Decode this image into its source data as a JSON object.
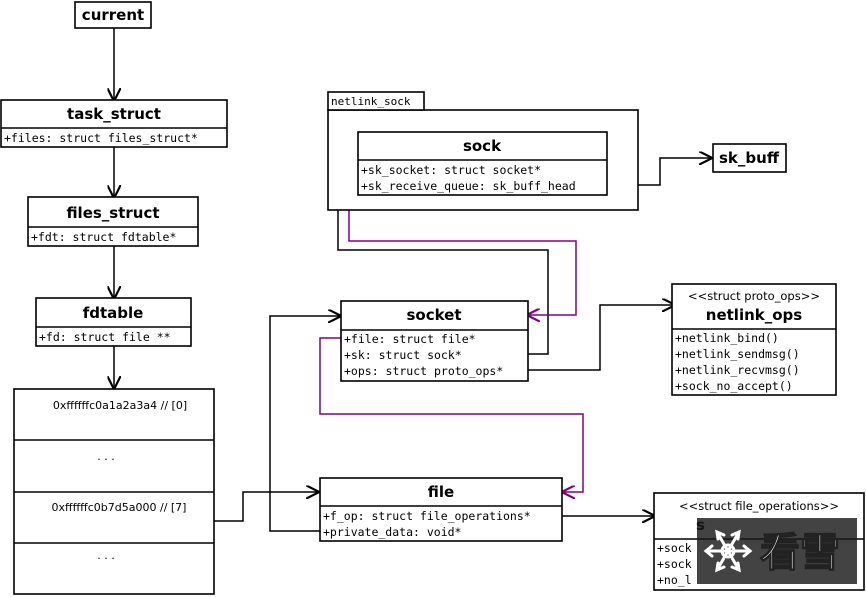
{
  "current": {
    "title": "current"
  },
  "task_struct": {
    "title": "task_struct",
    "fields": [
      "+files: struct files_struct*"
    ]
  },
  "files_struct": {
    "title": "files_struct",
    "fields": [
      "+fdt: struct fdtable*"
    ]
  },
  "fdtable": {
    "title": "fdtable",
    "fields": [
      "+fd: struct file **"
    ]
  },
  "fd_array": {
    "cells": [
      "0xffffffc0a1a2a3a4 // [0]",
      ". . .",
      "0xffffffc0b7d5a000 // [7]",
      ". . ."
    ]
  },
  "netlink_sock": {
    "label": "netlink_sock"
  },
  "sock": {
    "title": "sock",
    "fields": [
      "+sk_socket: struct socket*",
      "+sk_receive_queue: sk_buff_head"
    ]
  },
  "sk_buff": {
    "title": "sk_buff"
  },
  "socket": {
    "title": "socket",
    "fields": [
      "+file: struct file*",
      "+sk: struct sock*",
      "+ops: struct proto_ops*"
    ]
  },
  "netlink_ops": {
    "stereotype": "<<struct proto_ops>>",
    "title": "netlink_ops",
    "fields": [
      "+netlink_bind()",
      "+netlink_sendmsg()",
      "+netlink_recvmsg()",
      "+sock_no_accept()"
    ]
  },
  "file": {
    "title": "file",
    "fields": [
      "+f_op: struct file_operations*",
      "+private_data: void*"
    ]
  },
  "file_operations": {
    "stereotype": "<<struct file_operations>>",
    "title": "s",
    "fields": [
      "+sock",
      "+sock",
      "+no_l"
    ]
  },
  "watermark": {
    "text": "看雪"
  },
  "colors": {
    "line": "#000000",
    "purple_link": "#800080"
  }
}
